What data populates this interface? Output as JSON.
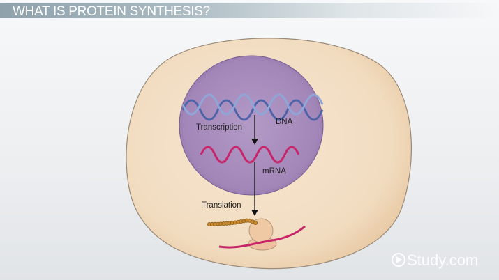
{
  "header": {
    "title": "WHAT IS PROTEIN SYNTHESIS?"
  },
  "diagram": {
    "labels": {
      "dna": "DNA",
      "transcription": "Transcription",
      "mrna": "mRNA",
      "translation": "Translation"
    }
  },
  "watermark": {
    "text": "Study.com"
  },
  "colors": {
    "cell": "#f3dfc4",
    "nucleus": "#a88bbd",
    "dna": "#5a6fb0",
    "mrna": "#c8246a",
    "protein": "#c98a2e",
    "ribosome": "#efc9a3"
  }
}
